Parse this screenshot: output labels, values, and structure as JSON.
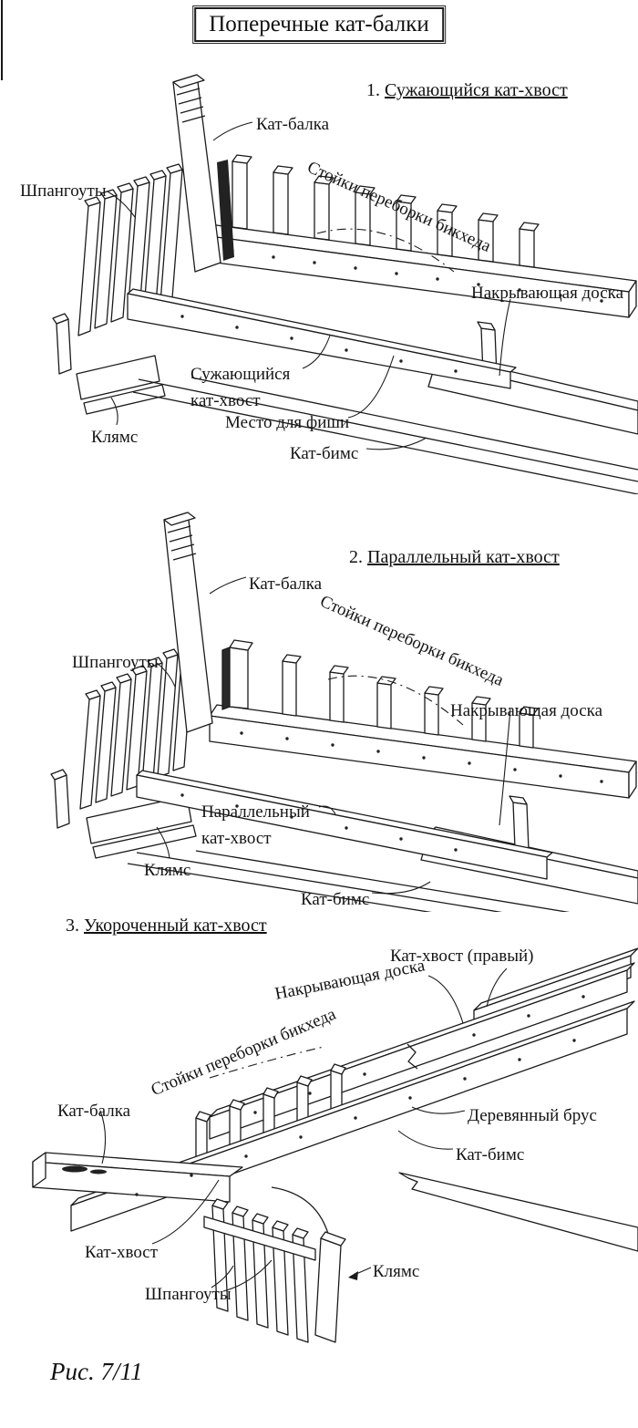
{
  "page": {
    "title": "Поперечные кат-балки",
    "figure_caption": "Рис. 7/11"
  },
  "diagram1": {
    "number": "1.",
    "heading": "Сужающийся кат-хвост",
    "labels": {
      "kat_balka": "Кат-балка",
      "shpangouty": "Шпангоуты",
      "stoyki_pereborki": "Стойки переборки бикхеда",
      "nakryvayushchaya_doska": "Накрывающая доска",
      "kat_khvost_line1": "Сужающийся",
      "kat_khvost_line2": "кат-хвост",
      "mesto_dlya_fishi": "Место для фиши",
      "klyams": "Клямс",
      "kat_bims": "Кат-бимс"
    }
  },
  "diagram2": {
    "number": "2.",
    "heading": "Параллельный кат-хвост",
    "labels": {
      "kat_balka": "Кат-балка",
      "shpangouty": "Шпангоуты",
      "stoyki_pereborki": "Стойки переборки бикхеда",
      "nakryvayushchaya_doska": "Накрывающая доска",
      "kat_khvost_line1": "Параллельный",
      "kat_khvost_line2": "кат-хвост",
      "klyams": "Клямс",
      "kat_bims": "Кат-бимс"
    }
  },
  "diagram3": {
    "number": "3.",
    "heading": "Укороченный кат-хвост",
    "labels": {
      "kat_khvost_pravy": "Кат-хвост (правый)",
      "nakryvayushchaya_doska": "Накрывающая доска",
      "stoyki_pereborki": "Стойки переборки бикхеда",
      "kat_balka": "Кат-балка",
      "derevyanny_brus": "Деревянный брус",
      "kat_bims": "Кат-бимс",
      "kat_khvost": "Кат-хвост",
      "klyams": "Клямс",
      "shpangouty": "Шпангоуты"
    }
  }
}
